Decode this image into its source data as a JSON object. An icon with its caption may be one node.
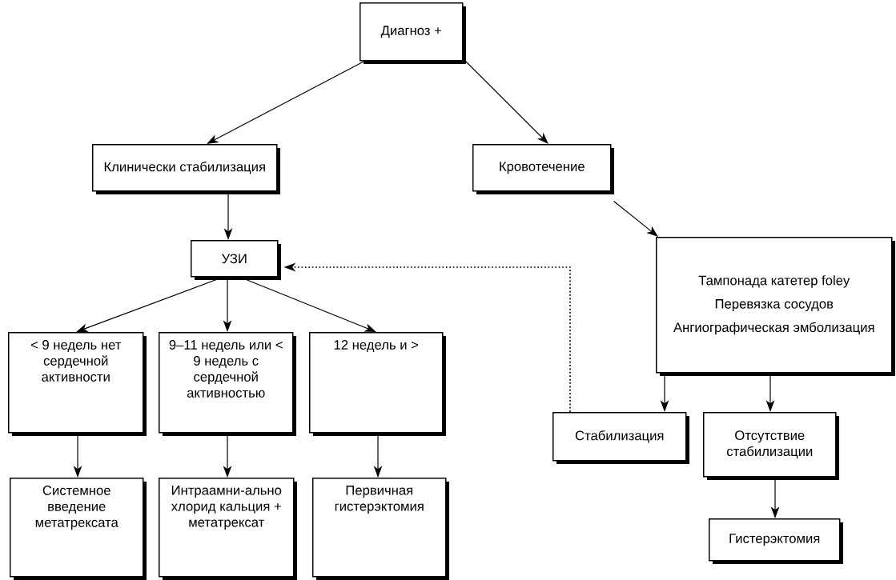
{
  "diagram": {
    "nodes": [
      {
        "text": [
          "Диагноз +"
        ]
      },
      {
        "text": [
          "Клинически стабилизация"
        ]
      },
      {
        "text": [
          "Кровотечение"
        ]
      },
      {
        "text": [
          "УЗИ"
        ]
      },
      {
        "text": [
          "Тампонада катетер foley",
          "Перевязка сосудов",
          "Ангиографическая эмболизация"
        ]
      },
      {
        "text": [
          "< 9 недель нет сердечной активности"
        ]
      },
      {
        "text": [
          "9–11 недель или < 9 недель с сердечной активностью"
        ]
      },
      {
        "text": [
          "12 недель и >"
        ]
      },
      {
        "text": [
          "Стабилизация"
        ]
      },
      {
        "text": [
          "Отсутствие стабилизации"
        ]
      },
      {
        "text": [
          "Системное введение метатрексата"
        ]
      },
      {
        "text": [
          "Интраамни-ально хлорид кальция + метатрексат"
        ]
      },
      {
        "text": [
          "Первичная гистерэктомия"
        ]
      },
      {
        "text": [
          "Гистерэктомия"
        ]
      }
    ],
    "edges": [
      {
        "from": 0,
        "to": 1,
        "arrow": "to"
      },
      {
        "from": 0,
        "to": 2,
        "arrow": "to"
      },
      {
        "from": 1,
        "to": 3,
        "arrow": "to"
      },
      {
        "from": 2,
        "to": 4,
        "arrow": "to"
      },
      {
        "from": 3,
        "to": 5,
        "arrow": "to"
      },
      {
        "from": 3,
        "to": 6,
        "arrow": "to"
      },
      {
        "from": 3,
        "to": 7,
        "arrow": "to"
      },
      {
        "from": 5,
        "to": 10,
        "arrow": "to"
      },
      {
        "from": 6,
        "to": 11,
        "arrow": "to"
      },
      {
        "from": 7,
        "to": 12,
        "arrow": "to"
      },
      {
        "from": 4,
        "to": 8,
        "arrow": "to"
      },
      {
        "from": 4,
        "to": 9,
        "arrow": "to"
      },
      {
        "from": 9,
        "to": 13,
        "arrow": "to"
      },
      {
        "from": 8,
        "to": 3,
        "arrow": "to",
        "style": "dashed"
      }
    ]
  }
}
